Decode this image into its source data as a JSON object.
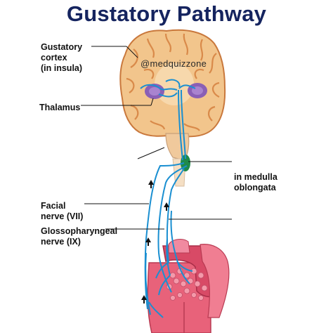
{
  "title": "Gustatory Pathway",
  "watermark": "@medquizzone",
  "labels": {
    "cortex_line1": "Gustatory",
    "cortex_line2": "cortex",
    "cortex_line3": "(in insula)",
    "thalamus": "Thalamus",
    "medulla_line1": "in medulla",
    "medulla_line2": "oblongata",
    "facial_line1": "Facial",
    "facial_line2": "nerve (VII)",
    "glosso_line1": "Glossopharyngeal",
    "glosso_line2": "nerve (IX)"
  },
  "colors": {
    "title": "#15245f",
    "brain_fill": "#f2c58c",
    "brain_gyri": "#d98a4a",
    "thalamus_fill": "#8a5fb5",
    "nerve": "#1a8fd1",
    "nucleus": "#1f8a4a",
    "tongue": "#e8627a",
    "tongue_dark": "#c63c57"
  }
}
